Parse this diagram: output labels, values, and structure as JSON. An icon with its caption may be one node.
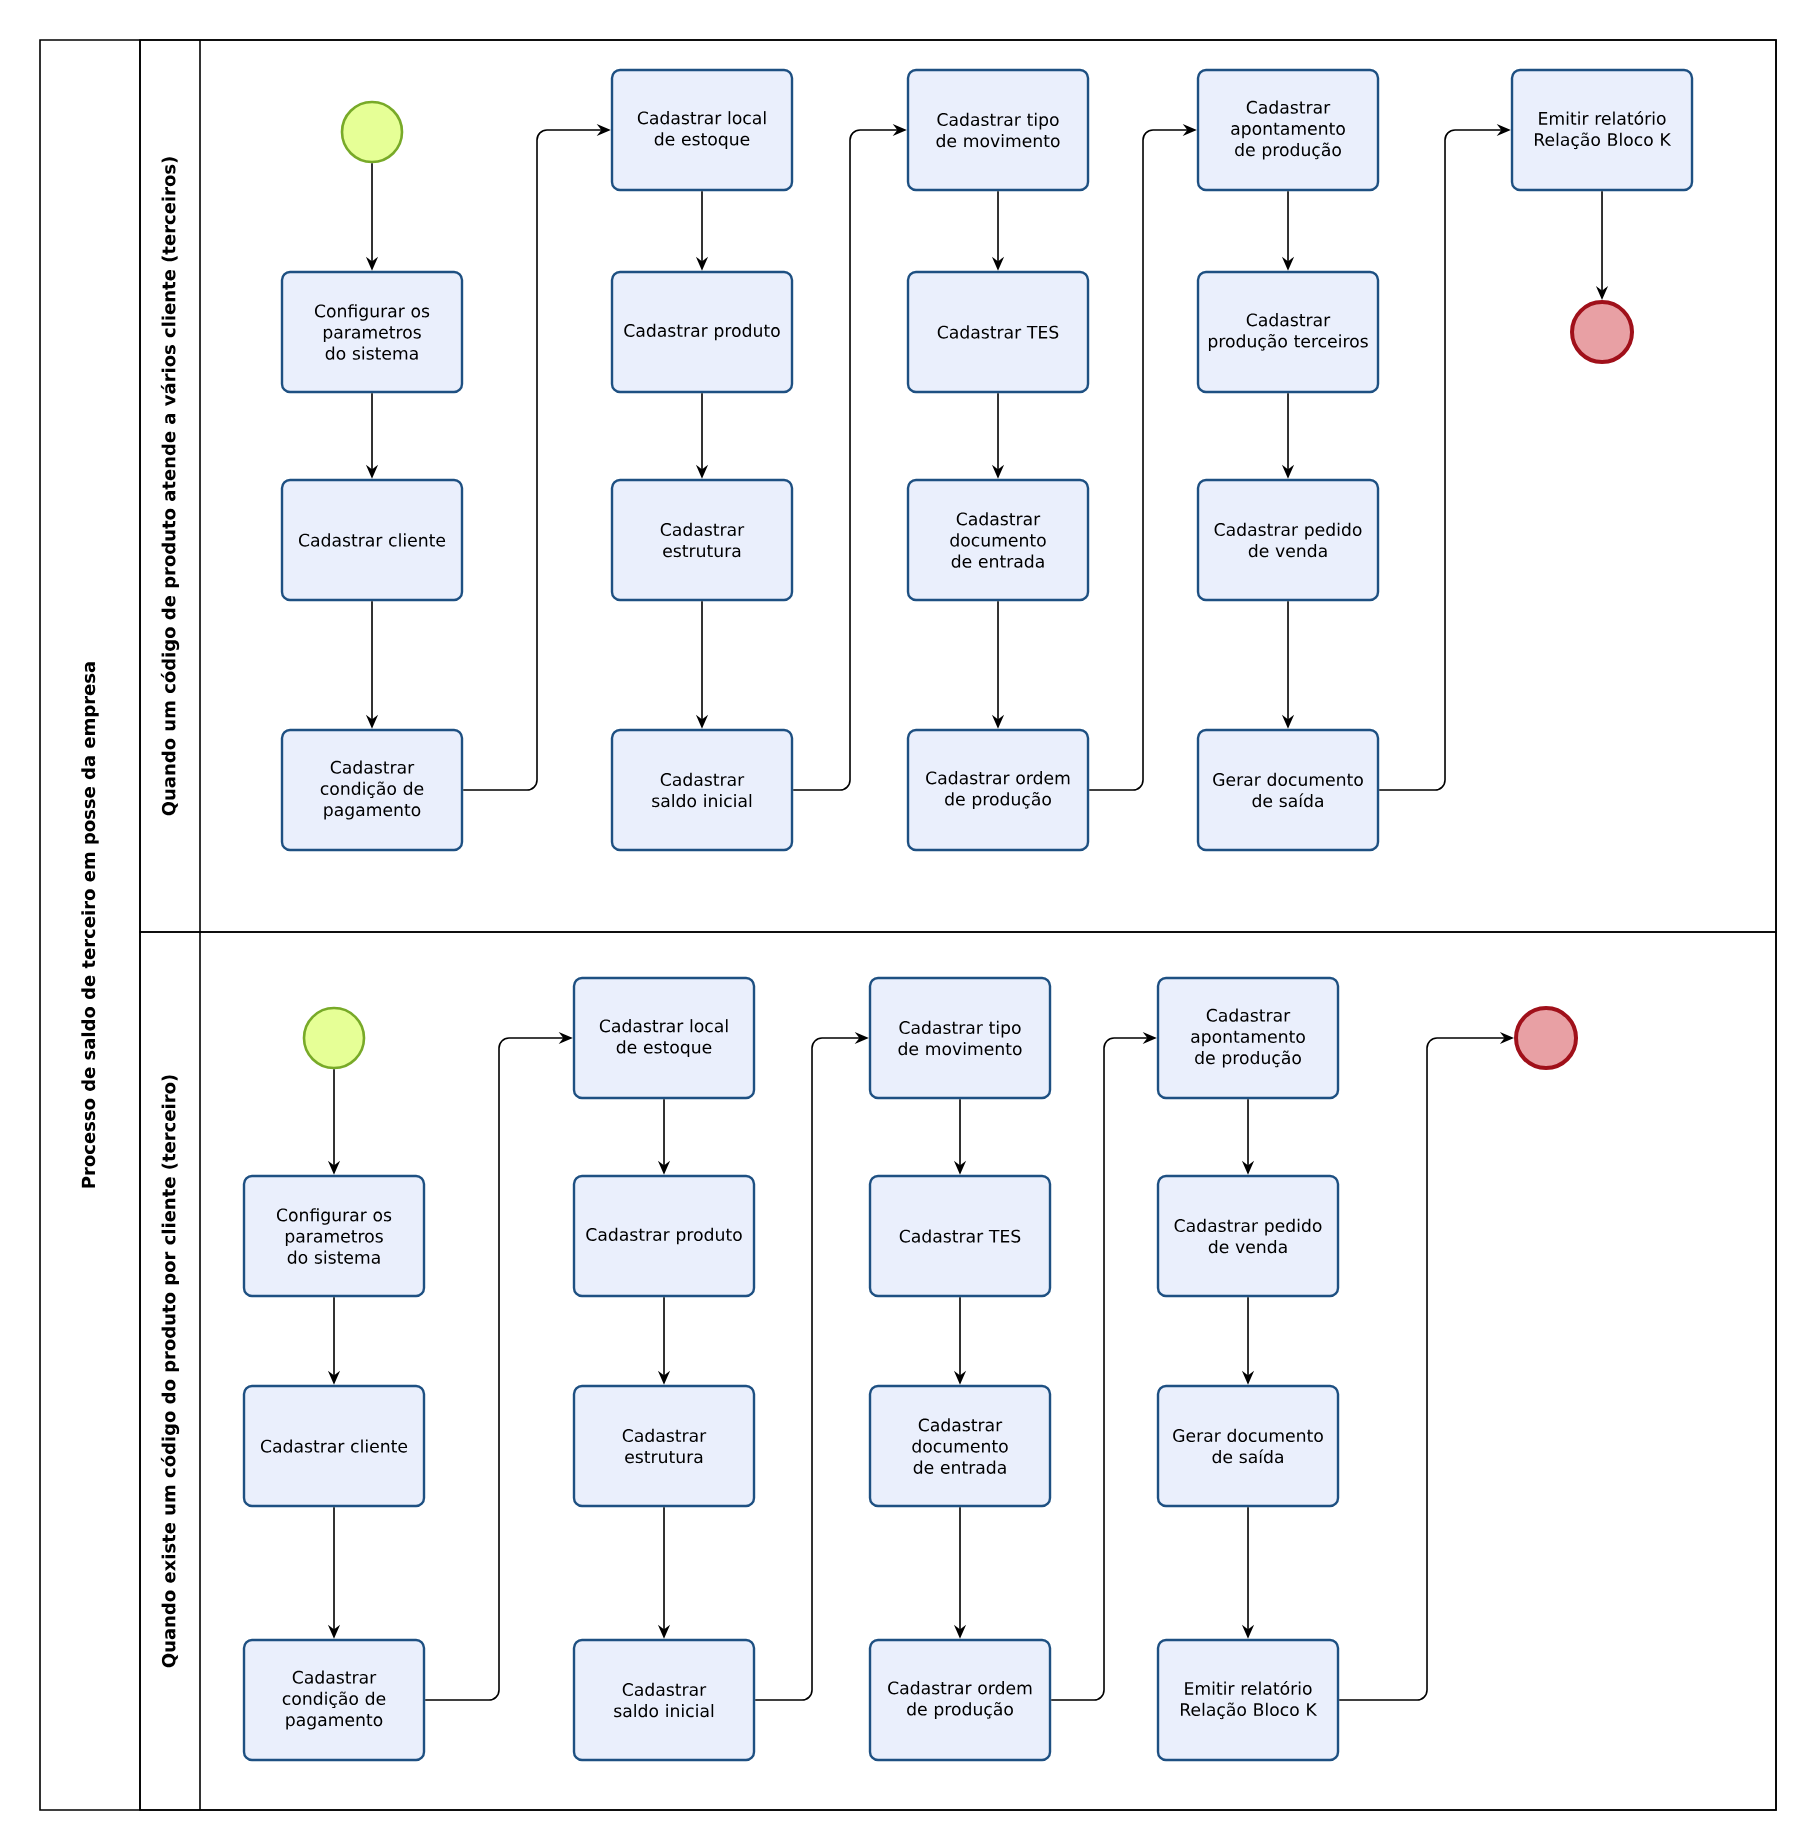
{
  "diagram": {
    "nodes": [
      {
        "text": [
          "Processo de saldo de terceiro em posse da empresa"
        ]
      },
      {
        "text": [
          "Quando um código de produto atende a vários cliente (terceiros)"
        ],
        "in": 0
      },
      {
        "text": [
          "Quando existe um código do produto por cliente (terceiro)"
        ],
        "in": 0
      },
      {
        "text": [],
        "shape": "circle",
        "in": 1
      },
      {
        "text": [
          "Configurar os parametros do sistema"
        ],
        "in": 1
      },
      {
        "text": [
          "Cadastrar cliente"
        ],
        "in": 1
      },
      {
        "text": [
          "Cadastrar condição de pagamento"
        ],
        "in": 1
      },
      {
        "text": [
          "Cadastrar local de estoque"
        ],
        "in": 1
      },
      {
        "text": [
          "Cadastrar produto"
        ],
        "in": 1
      },
      {
        "text": [
          "Cadastrar estrutura"
        ],
        "in": 1
      },
      {
        "text": [
          "Cadastrar saldo inicial"
        ],
        "in": 1
      },
      {
        "text": [
          "Cadastrar tipo de movimento"
        ],
        "in": 1
      },
      {
        "text": [
          "Cadastrar TES"
        ],
        "in": 1
      },
      {
        "text": [
          "Cadastrar documento de entrada"
        ],
        "in": 1
      },
      {
        "text": [
          "Cadastrar ordem de produção"
        ],
        "in": 1
      },
      {
        "text": [
          "Cadastrar apontamento de produção"
        ],
        "in": 1
      },
      {
        "text": [
          "Cadastrar produção terceiros"
        ],
        "in": 1
      },
      {
        "text": [
          "Cadastrar pedido de venda"
        ],
        "in": 1
      },
      {
        "text": [
          "Gerar documento de saída"
        ],
        "in": 1
      },
      {
        "text": [
          "Emitir relatório Relação Bloco K"
        ],
        "in": 1
      },
      {
        "text": [],
        "shape": "circle",
        "in": 1
      },
      {
        "text": [],
        "shape": "circle",
        "in": 2
      },
      {
        "text": [
          "Configurar os parametros do sistema"
        ],
        "in": 2
      },
      {
        "text": [
          "Cadastrar cliente"
        ],
        "in": 2
      },
      {
        "text": [
          "Cadastrar condição de pagamento"
        ],
        "in": 2
      },
      {
        "text": [
          "Cadastrar local de estoque"
        ],
        "in": 2
      },
      {
        "text": [
          "Cadastrar produto"
        ],
        "in": 2
      },
      {
        "text": [
          "Cadastrar estrutura"
        ],
        "in": 2
      },
      {
        "text": [
          "Cadastrar saldo inicial"
        ],
        "in": 2
      },
      {
        "text": [
          "Cadastrar tipo de movimento"
        ],
        "in": 2
      },
      {
        "text": [
          "Cadastrar TES"
        ],
        "in": 2
      },
      {
        "text": [
          "Cadastrar documento de entrada"
        ],
        "in": 2
      },
      {
        "text": [
          "Cadastrar ordem de produção"
        ],
        "in": 2
      },
      {
        "text": [
          "Cadastrar apontamento de produção"
        ],
        "in": 2
      },
      {
        "text": [
          "Cadastrar pedido de venda"
        ],
        "in": 2
      },
      {
        "text": [
          "Gerar documento de saída"
        ],
        "in": 2
      },
      {
        "text": [
          "Emitir relatório Relação Bloco K"
        ],
        "in": 2
      },
      {
        "text": [],
        "shape": "circle",
        "in": 2
      }
    ],
    "edges": [
      {
        "from": 3,
        "to": 4,
        "arrow": "to"
      },
      {
        "from": 4,
        "to": 5,
        "arrow": "to"
      },
      {
        "from": 5,
        "to": 6,
        "arrow": "to"
      },
      {
        "from": 6,
        "to": 7,
        "arrow": "to"
      },
      {
        "from": 7,
        "to": 8,
        "arrow": "to"
      },
      {
        "from": 8,
        "to": 9,
        "arrow": "to"
      },
      {
        "from": 9,
        "to": 10,
        "arrow": "to"
      },
      {
        "from": 10,
        "to": 11,
        "arrow": "to"
      },
      {
        "from": 11,
        "to": 12,
        "arrow": "to"
      },
      {
        "from": 12,
        "to": 13,
        "arrow": "to"
      },
      {
        "from": 13,
        "to": 14,
        "arrow": "to"
      },
      {
        "from": 14,
        "to": 15,
        "arrow": "to"
      },
      {
        "from": 15,
        "to": 16,
        "arrow": "to"
      },
      {
        "from": 16,
        "to": 17,
        "arrow": "to"
      },
      {
        "from": 17,
        "to": 18,
        "arrow": "to"
      },
      {
        "from": 18,
        "to": 19,
        "arrow": "to"
      },
      {
        "from": 19,
        "to": 20,
        "arrow": "to"
      },
      {
        "from": 21,
        "to": 22,
        "arrow": "to"
      },
      {
        "from": 22,
        "to": 23,
        "arrow": "to"
      },
      {
        "from": 23,
        "to": 24,
        "arrow": "to"
      },
      {
        "from": 24,
        "to": 25,
        "arrow": "to"
      },
      {
        "from": 25,
        "to": 26,
        "arrow": "to"
      },
      {
        "from": 26,
        "to": 27,
        "arrow": "to"
      },
      {
        "from": 27,
        "to": 28,
        "arrow": "to"
      },
      {
        "from": 28,
        "to": 29,
        "arrow": "to"
      },
      {
        "from": 29,
        "to": 30,
        "arrow": "to"
      },
      {
        "from": 30,
        "to": 31,
        "arrow": "to"
      },
      {
        "from": 31,
        "to": 32,
        "arrow": "to"
      },
      {
        "from": 32,
        "to": 33,
        "arrow": "to"
      },
      {
        "from": 33,
        "to": 34,
        "arrow": "to"
      },
      {
        "from": 34,
        "to": 35,
        "arrow": "to"
      },
      {
        "from": 35,
        "to": 36,
        "arrow": "to"
      },
      {
        "from": 36,
        "to": 37,
        "arrow": "to"
      }
    ]
  }
}
